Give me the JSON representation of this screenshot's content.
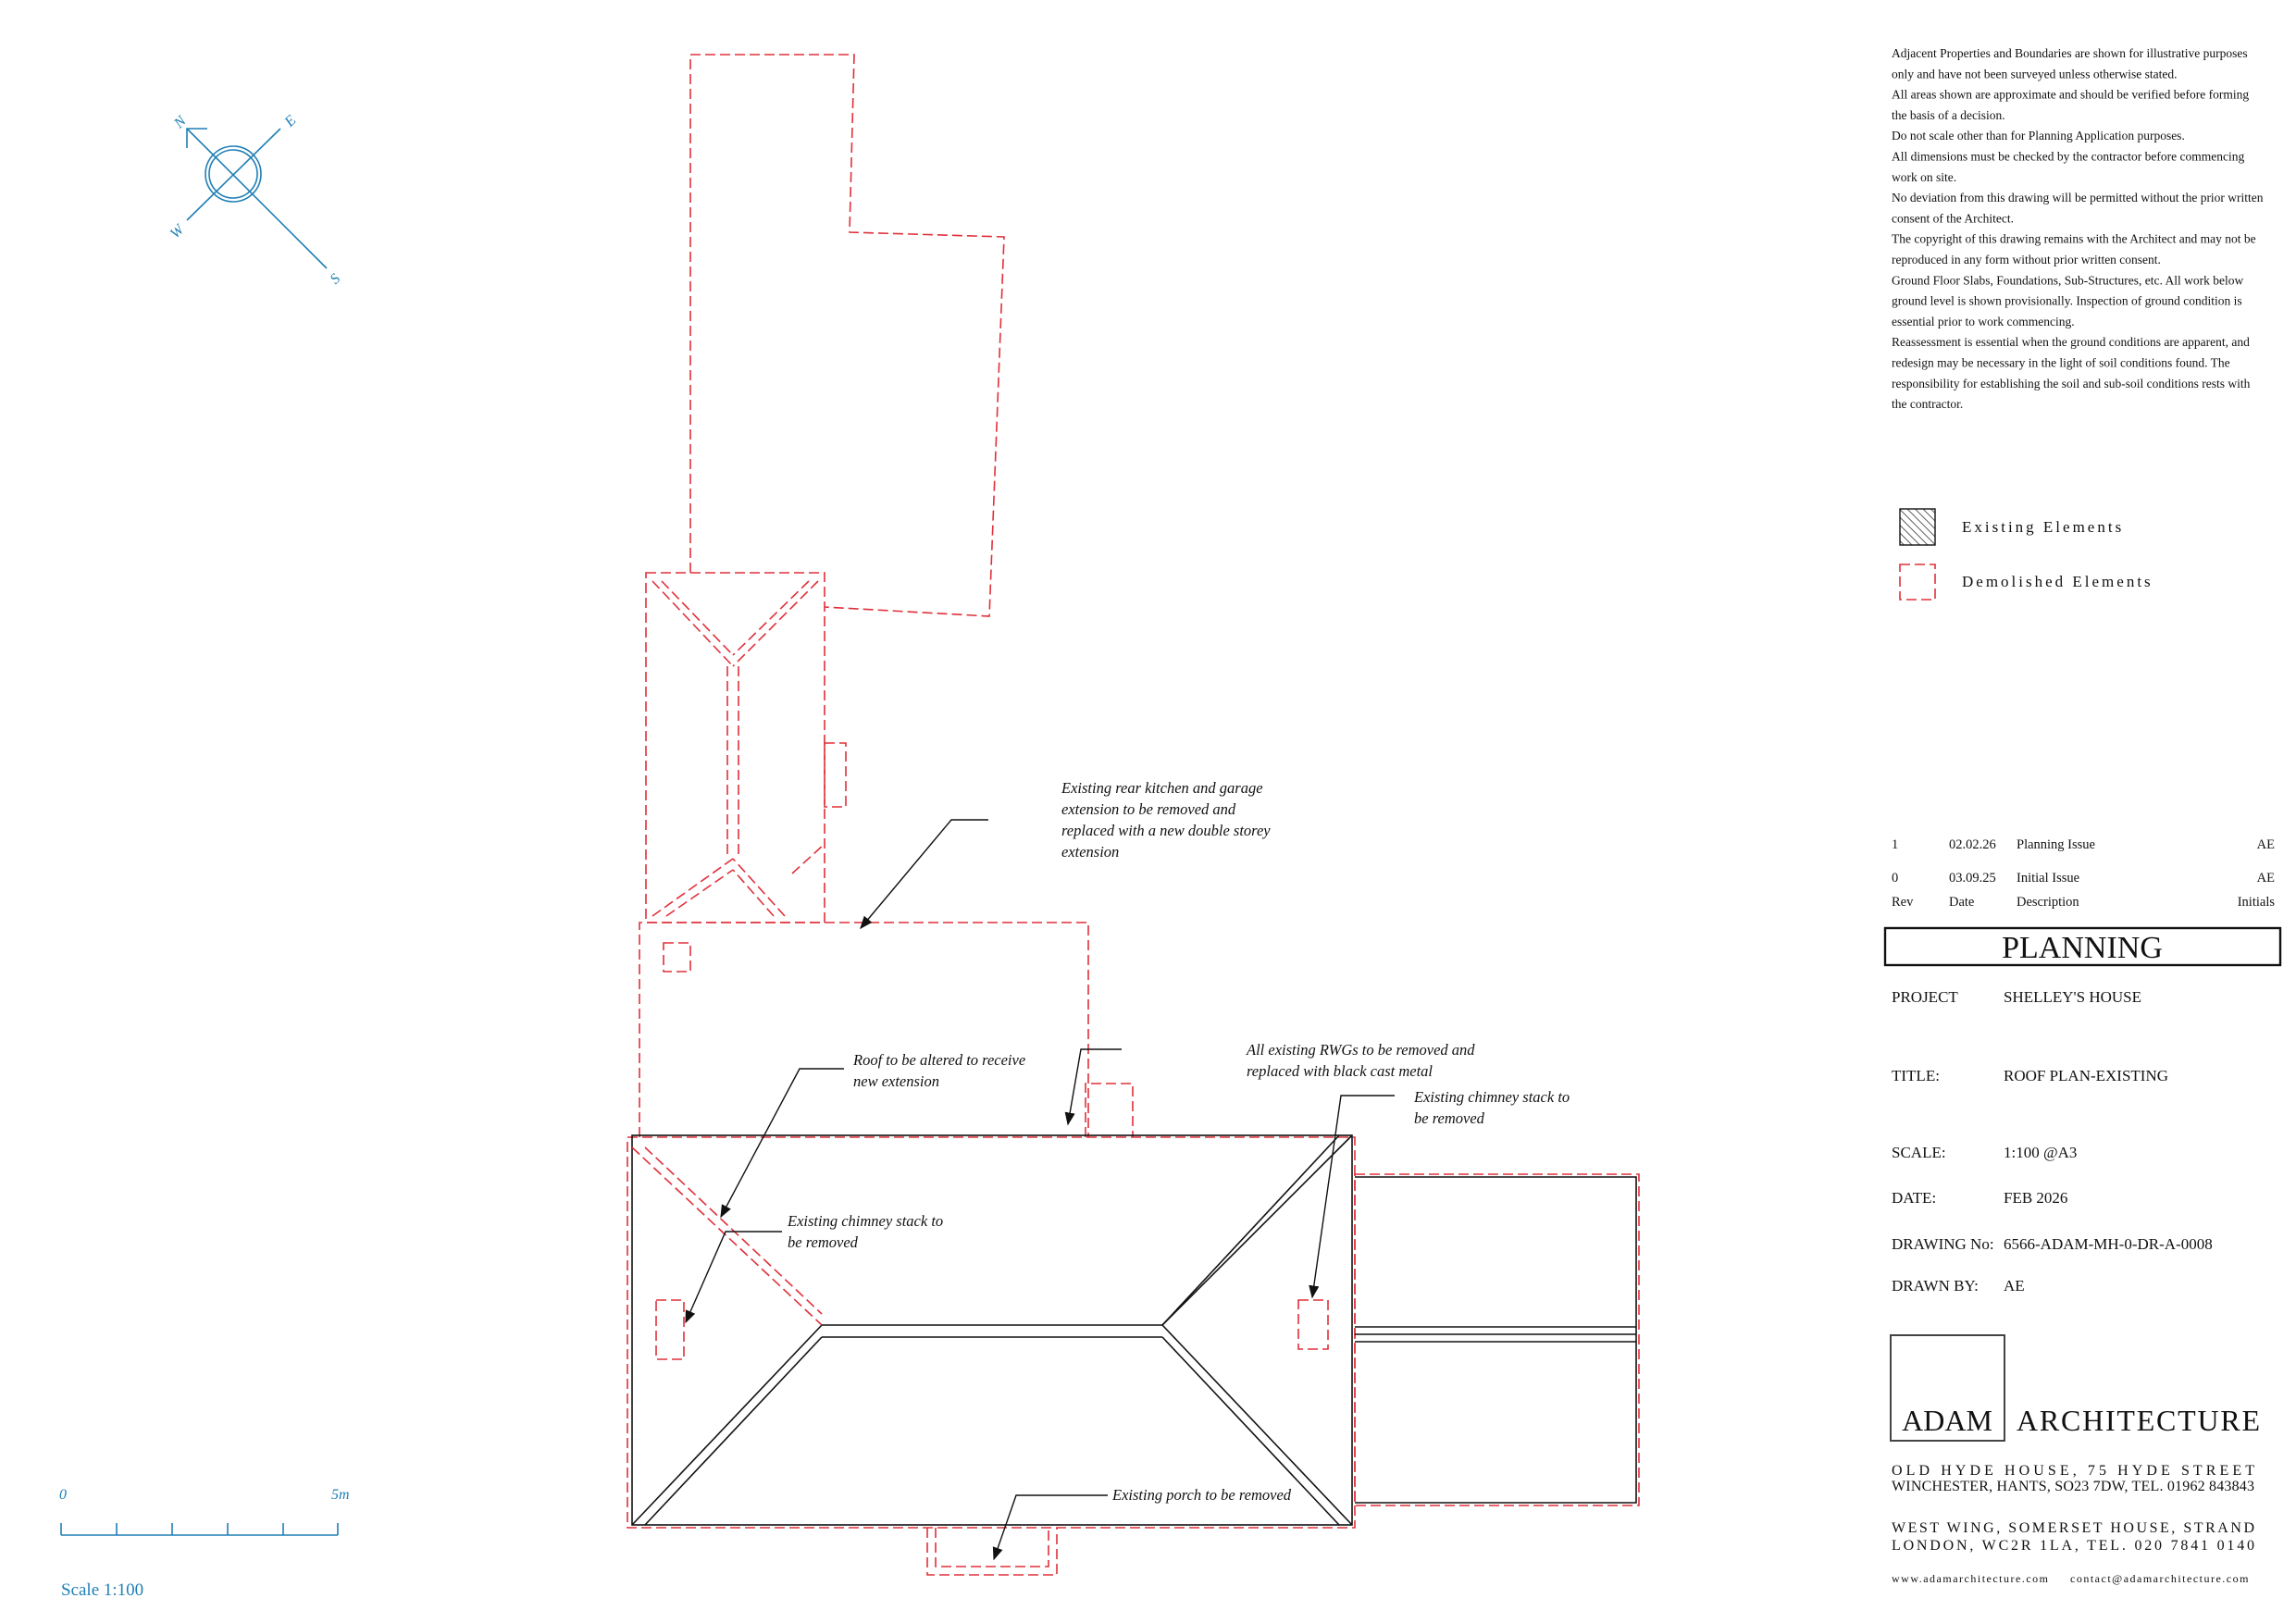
{
  "notes": [
    "Adjacent Properties and Boundaries are shown for illustrative purposes",
    "only and have not been surveyed unless otherwise stated.",
    "All areas shown are approximate and should be verified before forming",
    "the basis of a decision.",
    "Do not scale other than for Planning Application purposes.",
    "All dimensions must be checked by the contractor before commencing",
    "work on site.",
    "No deviation from this drawing will be permitted without the prior written",
    "consent of the Architect.",
    "The copyright of this drawing remains with the Architect and may not be",
    "reproduced in any form without prior written consent.",
    "Ground Floor Slabs, Foundations, Sub-Structures, etc. All work below",
    "ground level is shown provisionally. Inspection of ground condition is",
    "essential prior to work commencing.",
    "Reassessment is essential when the ground conditions are apparent, and",
    "redesign may be necessary in the light of soil conditions found.  The",
    "responsibility for establishing the soil and sub-soil conditions rests with",
    "the contractor."
  ],
  "legend": {
    "existing": "Existing Elements",
    "demolished": "Demolished Elements"
  },
  "compass": {
    "n": "N",
    "e": "E",
    "s": "S",
    "w": "W"
  },
  "scale_bar": {
    "start": "0",
    "end": "5m",
    "label": "Scale 1:100"
  },
  "annotations": {
    "rear_extension": [
      "Existing rear kitchen and garage",
      "extension to be removed and",
      "replaced with a new double storey",
      "extension"
    ],
    "roof_altered": [
      "Roof to be altered to receive",
      "new extension"
    ],
    "rwgs": [
      "All existing RWGs to be removed and",
      "replaced with black cast metal"
    ],
    "chimney_right": [
      "Existing chimney stack to",
      "be removed"
    ],
    "chimney_left": [
      "Existing chimney stack to",
      "be removed"
    ],
    "porch": "Existing porch to be removed"
  },
  "revisions": {
    "rows": [
      {
        "rev": "1",
        "date": "02.02.26",
        "description": "Planning Issue",
        "initials": "AE"
      },
      {
        "rev": "0",
        "date": "03.09.25",
        "description": "Initial Issue",
        "initials": "AE"
      }
    ],
    "headers": {
      "rev": "Rev",
      "date": "Date",
      "description": "Description",
      "initials": "Initials"
    }
  },
  "status": "PLANNING",
  "title_block": {
    "project_label": "PROJECT",
    "project": "SHELLEY'S HOUSE",
    "title_label": "TITLE:",
    "title": "ROOF PLAN-EXISTING",
    "scale_label": "SCALE:",
    "scale": "1:100 @A3",
    "date_label": "DATE:",
    "date": "FEB 2026",
    "drawing_label": "DRAWING No:",
    "drawing": "6566-ADAM-MH-0-DR-A-0008",
    "drawn_label": "DRAWN BY:",
    "drawn": "AE"
  },
  "company": {
    "logo_left": "ADAM",
    "logo_right": "ARCHITECTURE",
    "addr1": "OLD HYDE HOUSE, 75 HYDE STREET",
    "addr2": "WINCHESTER, HANTS, SO23 7DW, TEL. 01962 843843",
    "addr3": "WEST WING, SOMERSET HOUSE, STRAND",
    "addr4": "LONDON, WC2R 1LA, TEL. 020 7841 0140",
    "web": "www.adamarchitecture.com",
    "email": "contact@adamarchitecture.com"
  },
  "colors": {
    "demolished": "#e0303a",
    "existing": "#111111",
    "compass": "#1f7fb5"
  }
}
